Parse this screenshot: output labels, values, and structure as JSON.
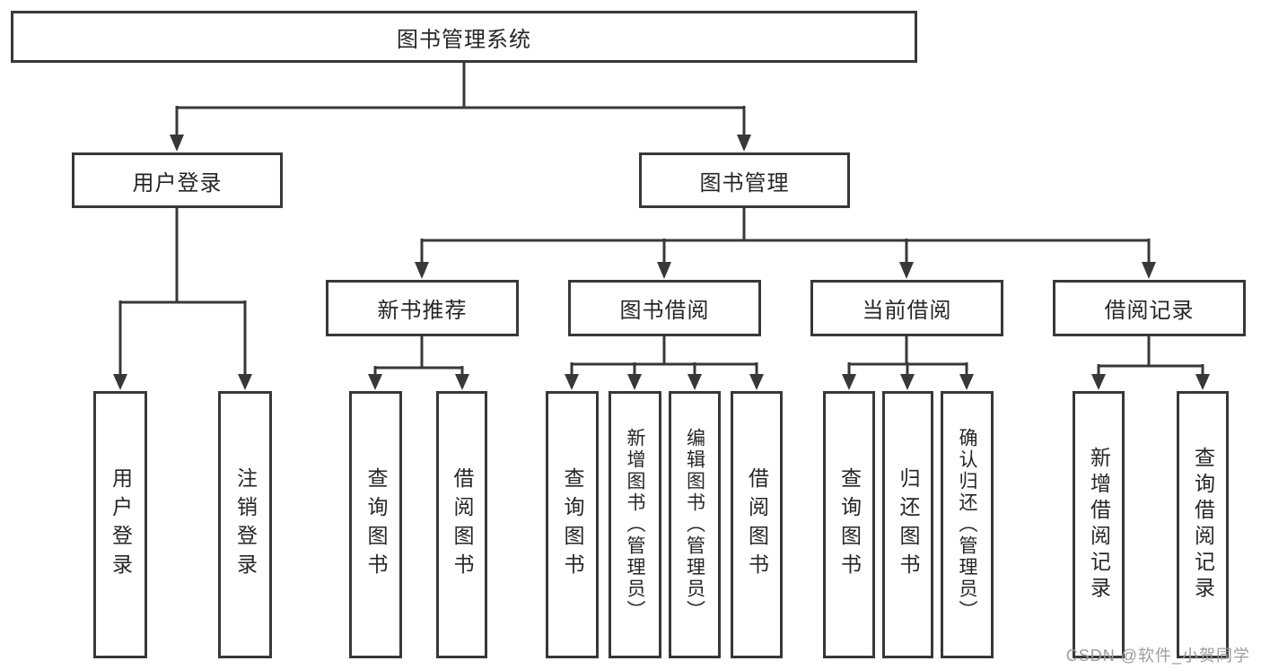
{
  "diagram_title": "图书管理系统",
  "watermark": "CSDN @软件_小贺同学",
  "colors": {
    "line": "#383838",
    "box_border": "#383838",
    "text": "#262626",
    "background": "#ffffff",
    "watermark": "#9c9c9c"
  },
  "nodes": {
    "root": "图书管理系统",
    "userLogin": "用户登录",
    "bookMgmt": "图书管理",
    "newBooks": "新书推荐",
    "bookBorrow": "图书借阅",
    "currentBorrow": "当前借阅",
    "borrowHistory": "借阅记录",
    "leafUserLogin": "用户登录",
    "leafLogout": "注销登录",
    "nbQuery": "查询图书",
    "nbBorrow": "借阅图书",
    "bbQuery": "查询图书",
    "bbAdd": "新增图书（管理员）",
    "bbEdit": "编辑图书（管理员）",
    "bbBorrow": "借阅图书",
    "cbQuery": "查询图书",
    "cbReturn": "归还图书",
    "cbConfirm": "确认归还（管理员）",
    "bhAdd": "新增借阅记录",
    "bhQuery": "查询借阅记录"
  },
  "hierarchy": {
    "图书管理系统": {
      "用户登录": [
        "用户登录",
        "注销登录"
      ],
      "图书管理": {
        "新书推荐": [
          "查询图书",
          "借阅图书"
        ],
        "图书借阅": [
          "查询图书",
          "新增图书（管理员）",
          "编辑图书（管理员）",
          "借阅图书"
        ],
        "当前借阅": [
          "查询图书",
          "归还图书",
          "确认归还（管理员）"
        ],
        "借阅记录": [
          "新增借阅记录",
          "查询借阅记录"
        ]
      }
    }
  }
}
